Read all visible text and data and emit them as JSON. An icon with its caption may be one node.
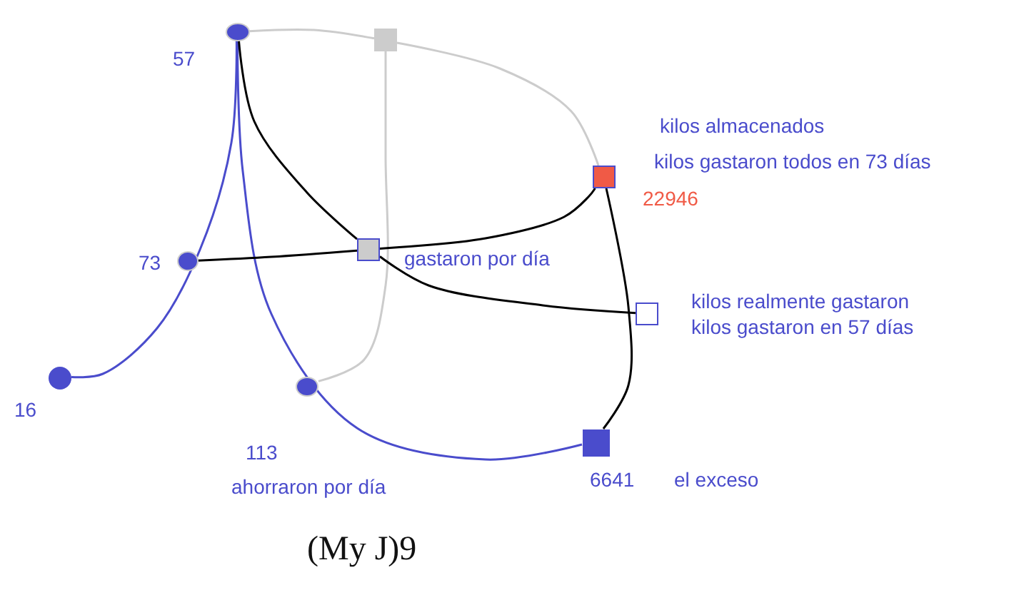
{
  "diagram": {
    "caption": "(My J)9",
    "nodes": [
      {
        "text": [],
        "shape": "circle",
        "beside": [
          "57"
        ]
      },
      {
        "text": [],
        "shape": "box"
      },
      {
        "text": [],
        "shape": "box",
        "beside": [
          "kilos almacenados",
          "kilos gastaron todos en 73 días",
          "22946"
        ]
      },
      {
        "text": [],
        "shape": "circle",
        "beside": [
          "73"
        ]
      },
      {
        "text": [],
        "shape": "box",
        "beside": [
          "gastaron por día"
        ]
      },
      {
        "text": [],
        "shape": "box",
        "beside": [
          "kilos realmente gastaron",
          "kilos gastaron en 57 días"
        ]
      },
      {
        "text": [],
        "shape": "circle",
        "beside": [
          "16"
        ]
      },
      {
        "text": [],
        "shape": "circle",
        "beside": [
          "113",
          "ahorraron por día"
        ]
      },
      {
        "text": [],
        "shape": "box",
        "beside": [
          "6641",
          "el exceso"
        ]
      }
    ],
    "edges": [
      {
        "from": 0,
        "to": 1,
        "arrow": "none",
        "color": "#cccccc"
      },
      {
        "from": 1,
        "to": 2,
        "arrow": "none",
        "color": "#cccccc"
      },
      {
        "from": 1,
        "to": 7,
        "arrow": "none",
        "color": "#cccccc"
      },
      {
        "from": 0,
        "to": 6,
        "arrow": "none",
        "color": "#4a4ccc"
      },
      {
        "from": 0,
        "to": 8,
        "arrow": "none",
        "color": "#4a4ccc"
      },
      {
        "from": 0,
        "to": 4,
        "arrow": "none",
        "color": "#000000"
      },
      {
        "from": 4,
        "to": 5,
        "arrow": "none",
        "color": "#000000"
      },
      {
        "from": 3,
        "to": 4,
        "arrow": "none",
        "color": "#000000"
      },
      {
        "from": 4,
        "to": 2,
        "arrow": "none",
        "color": "#000000"
      },
      {
        "from": 2,
        "to": 8,
        "arrow": "none",
        "color": "#000000"
      }
    ]
  }
}
